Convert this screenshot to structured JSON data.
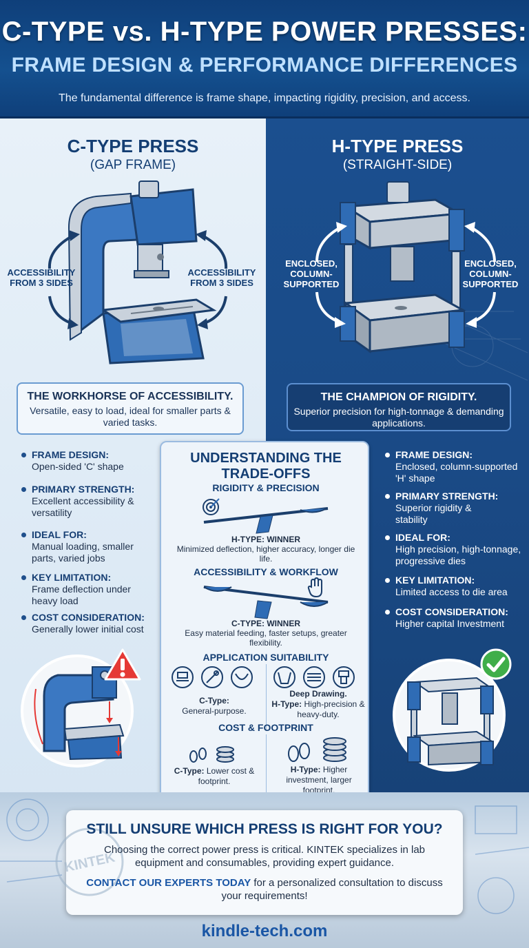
{
  "header": {
    "title": "C-TYPE vs. H-TYPE POWER PRESSES:",
    "subtitle": "FRAME DESIGN & PERFORMANCE DIFFERENCES",
    "intro": "The fundamental difference is frame shape, impacting rigidity, precision, and access."
  },
  "c_type": {
    "title": "C-TYPE PRESS",
    "subtitle": "(GAP FRAME)",
    "side_label_left": "ACCESSIBILITY FROM 3 SIDES",
    "side_label_right": "ACCESSIBILITY FROM 3 SIDES",
    "tag_heading": "THE WORKHORSE OF ACCESSIBILITY.",
    "tag_text": "Versatile, easy to load, ideal for smaller parts & varied tasks.",
    "features": [
      {
        "key": "FRAME DESIGN:",
        "value": "Open-sided 'C' shape"
      },
      {
        "key": "PRIMARY STRENGTH:",
        "value": "Excellent accessibility & versatility"
      },
      {
        "key": "IDEAL FOR:",
        "value": "Manual loading, smaller parts, varied jobs"
      },
      {
        "key": "KEY LIMITATION:",
        "value": "Frame deflection under heavy load"
      },
      {
        "key": "COST CONSIDERATION:",
        "value": "Generally lower initial cost"
      }
    ]
  },
  "h_type": {
    "title": "H-TYPE PRESS",
    "subtitle": "(STRAIGHT-SIDE)",
    "side_label_left": "ENCLOSED, COLUMN-SUPPORTED",
    "side_label_right": "ENCLOSED, COLUMN-SUPPORTED",
    "tag_heading": "THE CHAMPION OF RIGIDITY.",
    "tag_text": "Superior precision for high-tonnage & demanding applications.",
    "features": [
      {
        "key": "FRAME DESIGN:",
        "value": "Enclosed, column-supported 'H' shape"
      },
      {
        "key": "PRIMARY STRENGTH:",
        "value": "Superior rigidity & stability"
      },
      {
        "key": "IDEAL FOR:",
        "value": "High precision, high-tonnage, progressive dies"
      },
      {
        "key": "KEY LIMITATION:",
        "value": "Limited access to die area"
      },
      {
        "key": "COST CONSIDERATION:",
        "value": "Higher capital Investment"
      }
    ]
  },
  "tradeoffs": {
    "title_line1": "UNDERSTANDING THE",
    "title_line2": "TRADE-OFFS",
    "rigidity": {
      "heading": "RIGIDITY & PRECISION",
      "winner": "H-TYPE: WINNER",
      "text": "Minimized deflection, higher accuracy, longer die life."
    },
    "access": {
      "heading": "ACCESSIBILITY & WORKFLOW",
      "winner": "C-TYPE: WINNER",
      "text": "Easy material feeding, faster setups, greater flexibility."
    },
    "application": {
      "heading": "APPLICATION SUITABILITY",
      "c_label": "C-Type:",
      "c_text": "General-purpose.",
      "h_label1": "Deep Drawing.",
      "h_label2": "H-Type:",
      "h_text": "High-precision & heavy-duty."
    },
    "cost": {
      "heading": "COST & FOOTPRINT",
      "c_label": "C-Type:",
      "c_text": "Lower cost & footprint.",
      "h_label": "H-Type:",
      "h_text": "Higher investment, larger footprint."
    }
  },
  "cta": {
    "question": "STILL UNSURE WHICH PRESS IS RIGHT FOR YOU?",
    "text": "Choosing the correct power press is critical. KINTEK specializes in lab equipment and consumables, providing expert guidance.",
    "contact_strong": "CONTACT OUR EXPERTS TODAY",
    "contact_rest": " for a personalized consultation to discuss your requirements!",
    "watermark": "KINTEK"
  },
  "footer": {
    "domain": "kindle-tech.com"
  },
  "colors": {
    "navy": "#143e73",
    "accent": "#1a56a5",
    "light_blue": "#3b78c2",
    "warning_red": "#e53935",
    "check_green": "#3fae49"
  },
  "icons": [
    "target-icon",
    "hand-icon",
    "warning-icon",
    "check-icon",
    "footprint-icon",
    "coins-icon"
  ]
}
